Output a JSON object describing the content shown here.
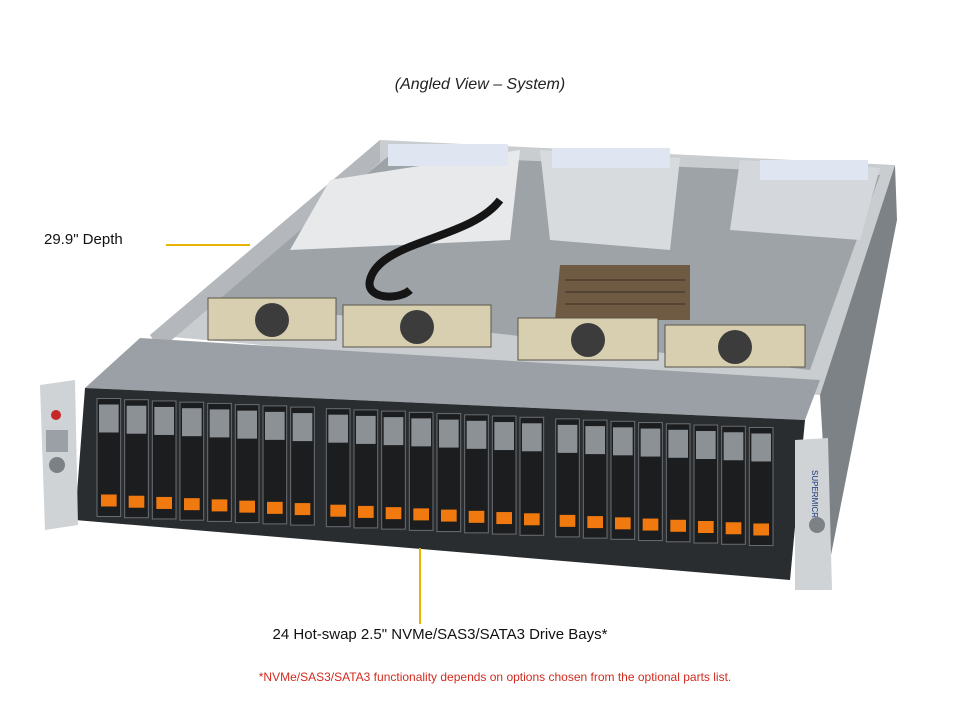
{
  "caption": "(Angled View – System)",
  "callouts": {
    "depth": "29.9\" Depth",
    "drive_bays": "24 Hot-swap 2.5\" NVMe/SAS3/SATA3 Drive Bays*"
  },
  "footnote": "*NVMe/SAS3/SATA3 functionality depends on options chosen from the optional parts list.",
  "brand": "SUPERMICRO",
  "drive_bay_count": 24,
  "colors": {
    "callout_line": "#e8b400",
    "footnote_text": "#d22b1f",
    "drive_tab": "#f07a10",
    "chassis": "#8d9296",
    "front_panel": "#2a2d30"
  }
}
